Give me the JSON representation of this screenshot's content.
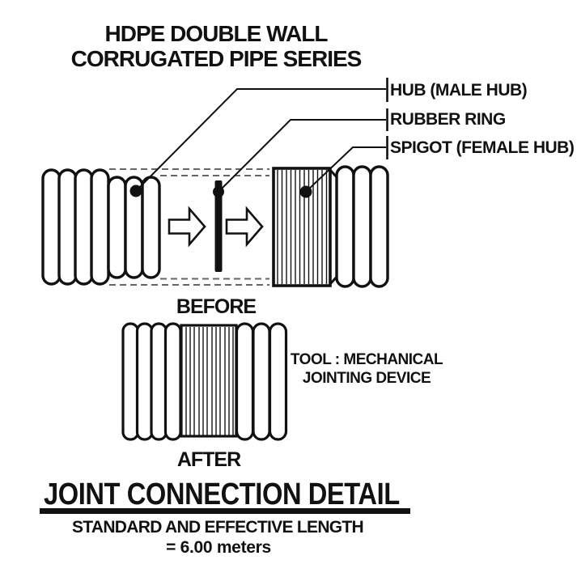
{
  "title": "HDPE DOUBLE WALL\nCORRUGATED PIPE SERIES",
  "callouts": [
    {
      "label": "HUB (MALE HUB)"
    },
    {
      "label": "RUBBER RING"
    },
    {
      "label": "SPIGOT (FEMALE HUB)"
    }
  ],
  "diagram": {
    "before_label": "BEFORE",
    "after_label": "AFTER",
    "tool_note": "TOOL : MECHANICAL\nJOINTING DEVICE"
  },
  "footer": {
    "heading": "JOINT CONNECTION DETAIL",
    "subheading": "STANDARD AND EFFECTIVE LENGTH",
    "value": "= 6.00 meters"
  },
  "colors": {
    "ink": "#111111",
    "background": "#ffffff",
    "dash_guide": "#666666"
  }
}
